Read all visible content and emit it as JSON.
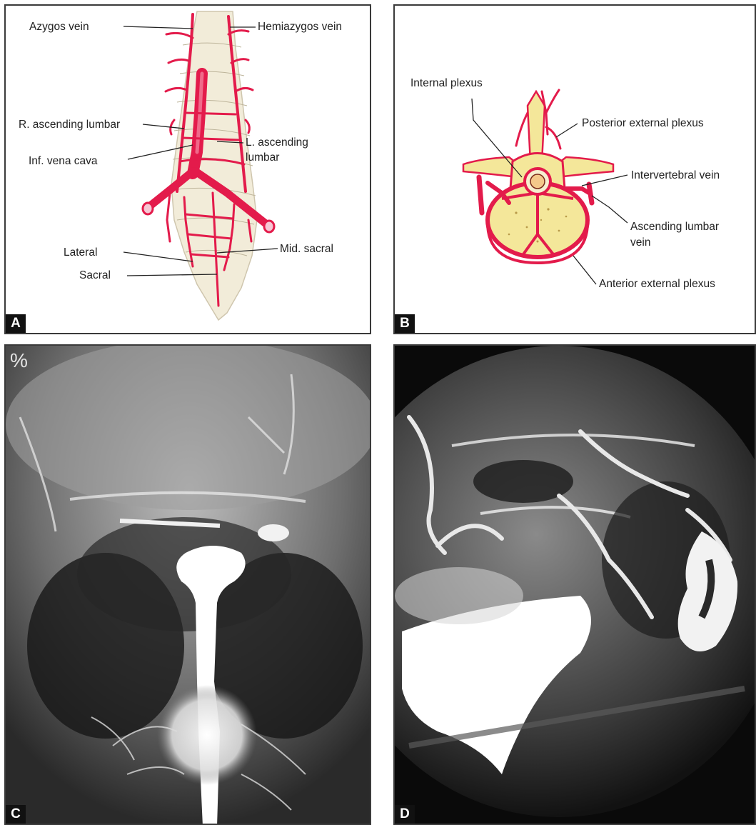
{
  "panels": {
    "a": {
      "letter": "A",
      "labels": {
        "azygos": "Azygos vein",
        "hemiazygos": "Hemiazygos vein",
        "r_ascending_lumbar": "R. ascending lumbar",
        "l_ascending_lumbar_1": "L. ascending",
        "l_ascending_lumbar_2": "lumbar",
        "inf_vena_cava": "Inf. vena cava",
        "lateral": "Lateral",
        "sacral": "Sacral",
        "mid_sacral": "Mid. sacral"
      }
    },
    "b": {
      "letter": "B",
      "labels": {
        "internal_plexus": "Internal plexus",
        "posterior_external_plexus": "Posterior external plexus",
        "intervertebral_vein": "Intervertebral vein",
        "ascending_lumbar_vein_1": "Ascending lumbar",
        "ascending_lumbar_vein_2": "vein",
        "anterior_external_plexus": "Anterior external plexus"
      }
    },
    "c": {
      "letter": "C",
      "watermark": "%"
    },
    "d": {
      "letter": "D"
    }
  },
  "colors": {
    "vein": "#e31b4b",
    "vein_light": "#f06a8a",
    "bone": "#f2ecd9",
    "vertebra": "#f4e79a",
    "leader": "#222222"
  }
}
